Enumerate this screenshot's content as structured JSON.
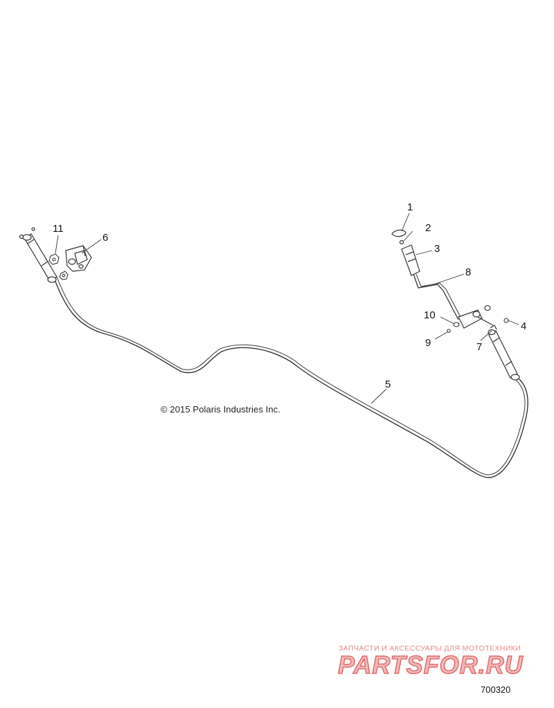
{
  "copyright": "© 2015 Polaris Industries Inc.",
  "diagram_id": "700320",
  "watermark": {
    "tagline": "ЗАПЧАСТИ И АКСЕССУАРЫ ДЛЯ МОТОТЕХНИКИ",
    "brand": "PARTSFOR.RU"
  },
  "callouts": {
    "c1": "1",
    "c2": "2",
    "c3": "3",
    "c4": "4",
    "c5": "5",
    "c6": "6",
    "c7": "7",
    "c8": "8",
    "c9": "9",
    "c10": "10",
    "c11": "11"
  },
  "colors": {
    "line": "#333333",
    "watermark": "#e06c6c"
  }
}
